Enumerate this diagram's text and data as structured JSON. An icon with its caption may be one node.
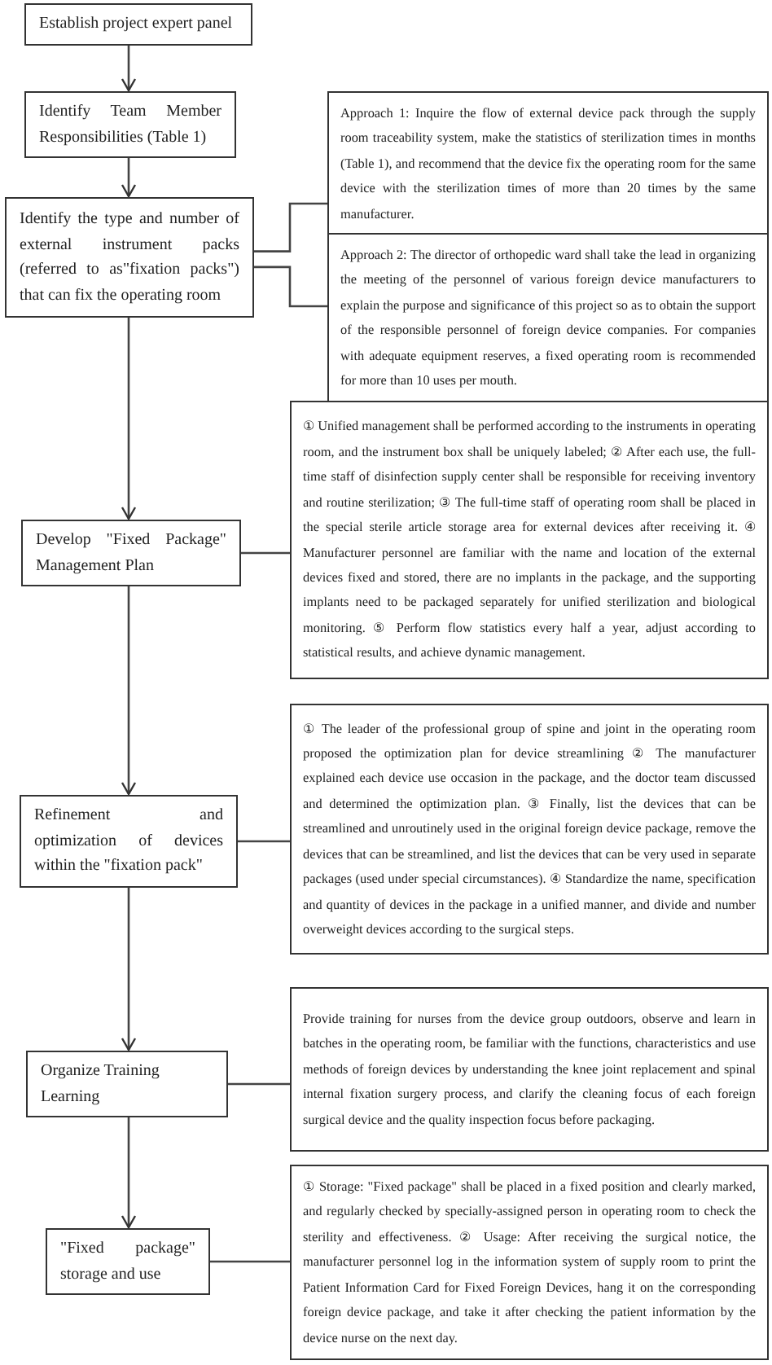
{
  "diagram": {
    "nodes": [
      {
        "text": [
          "Establish project expert panel"
        ]
      },
      {
        "text": [
          "Identify Team Member Responsibilities (Table 1)"
        ]
      },
      {
        "text": [
          "Identify the type and number of external instrument packs (referred to as\"fixation packs\") that can fix the operating room"
        ]
      },
      {
        "text": [
          "Approach 1: Inquire the flow of external device pack through the supply room traceability system, make the statistics of sterilization times in months (Table 1), and recommend that the device fix the operating room for the same device with the sterilization times of more than 20 times by the same manufacturer."
        ]
      },
      {
        "text": [
          "Approach 2: The director of orthopedic ward shall take the lead in organizing the meeting of the personnel of various foreign device manufacturers to explain the purpose and significance of this project so as to obtain the support of the responsible personnel of foreign device companies. For companies with adequate equipment reserves, a fixed operating room is recommended for more than 10 uses per mouth."
        ]
      },
      {
        "text": [
          "Develop \"Fixed Package\" Management Plan"
        ]
      },
      {
        "text": [
          "① Unified management shall be performed according to the instruments in operating room, and the instrument box shall be uniquely labeled; ② After each use, the full-time staff of disinfection supply center shall be responsible for receiving inventory and routine sterilization; ③ The full-time staff of operating room shall be placed in the special sterile article storage area for external devices after receiving it. ④ Manufacturer personnel are familiar with the name and location of the external devices fixed and stored, there are no implants in the package, and the supporting implants need to be packaged separately for unified sterilization and biological monitoring. ⑤ Perform flow statistics every half a year, adjust according to statistical results, and achieve dynamic management."
        ]
      },
      {
        "text": [
          "Refinement and optimization of devices within the \"fixation pack\""
        ]
      },
      {
        "text": [
          "① The leader of the professional group of spine and joint in the operating room proposed the optimization plan for device streamlining ② The manufacturer explained each device use occasion in the package, and the doctor team discussed and determined the optimization plan. ③ Finally, list the devices that can be streamlined and unroutinely used in the original foreign device package, remove the devices that can be streamlined, and list the devices that can be very used in separate packages (used under special circumstances). ④ Standardize the name, specification and quantity of devices in the package in a unified manner, and divide and number overweight devices according to the surgical steps."
        ]
      },
      {
        "text": [
          "Organize Training Learning"
        ]
      },
      {
        "text": [
          "Provide training for nurses from the device group outdoors, observe and learn in batches in the operating room, be familiar with the functions, characteristics and use methods of foreign devices by understanding the knee joint replacement and spinal internal fixation surgery process, and clarify the cleaning focus of each foreign surgical device and the quality inspection focus before packaging."
        ]
      },
      {
        "text": [
          "\"Fixed package\" storage and use"
        ]
      },
      {
        "text": [
          "① Storage: \"Fixed package\" shall be placed in a fixed position and clearly marked, and regularly checked by specially-assigned person in operating room to check the sterility and effectiveness. ② Usage: After receiving the surgical notice, the manufacturer personnel log in the information system of supply room to print the Patient Information Card for Fixed Foreign Devices, hang it on the corresponding foreign device package, and take it after checking the patient information by the device nurse on the next day."
        ]
      }
    ],
    "edges": [
      {
        "from": 0,
        "to": 1,
        "arrow": "to"
      },
      {
        "from": 1,
        "to": 2,
        "arrow": "to"
      },
      {
        "from": 2,
        "to": 3,
        "arrow": "none"
      },
      {
        "from": 2,
        "to": 4,
        "arrow": "none"
      },
      {
        "from": 2,
        "to": 5,
        "arrow": "to"
      },
      {
        "from": 5,
        "to": 6,
        "arrow": "none"
      },
      {
        "from": 5,
        "to": 7,
        "arrow": "to"
      },
      {
        "from": 7,
        "to": 8,
        "arrow": "none"
      },
      {
        "from": 7,
        "to": 9,
        "arrow": "to"
      },
      {
        "from": 9,
        "to": 10,
        "arrow": "none"
      },
      {
        "from": 9,
        "to": 11,
        "arrow": "to"
      },
      {
        "from": 11,
        "to": 12,
        "arrow": "none"
      }
    ]
  }
}
